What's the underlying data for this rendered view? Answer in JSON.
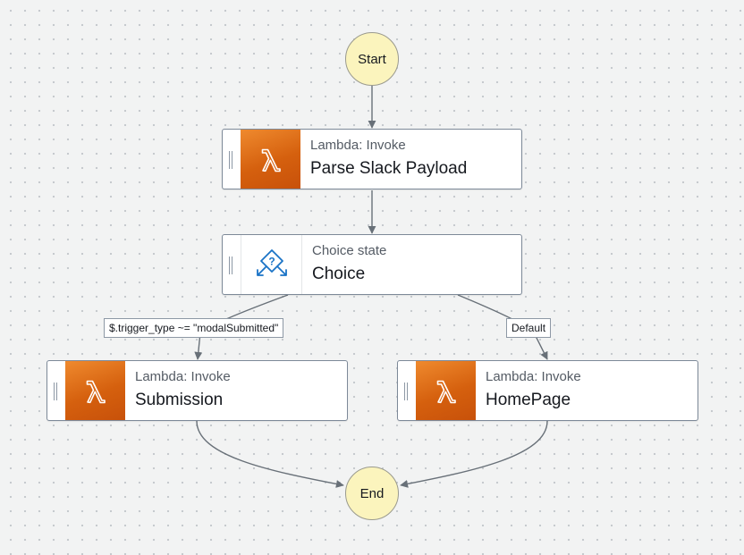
{
  "workflow": {
    "start_label": "Start",
    "end_label": "End",
    "states": [
      {
        "kind": "Lambda: Invoke",
        "name": "Parse Slack Payload",
        "icon": "lambda-icon"
      },
      {
        "kind": "Choice state",
        "name": "Choice",
        "icon": "choice-icon"
      },
      {
        "kind": "Lambda: Invoke",
        "name": "Submission",
        "icon": "lambda-icon"
      },
      {
        "kind": "Lambda: Invoke",
        "name": "HomePage",
        "icon": "lambda-icon"
      }
    ],
    "transitions": [
      {
        "label": "$.trigger_type ~= \"modalSubmitted\""
      },
      {
        "label": "Default"
      }
    ]
  },
  "colors": {
    "lambda_orange": "#d86613",
    "terminal_fill": "#fbf4bd",
    "edge": "#687078",
    "choice_blue": "#1a73c6"
  }
}
